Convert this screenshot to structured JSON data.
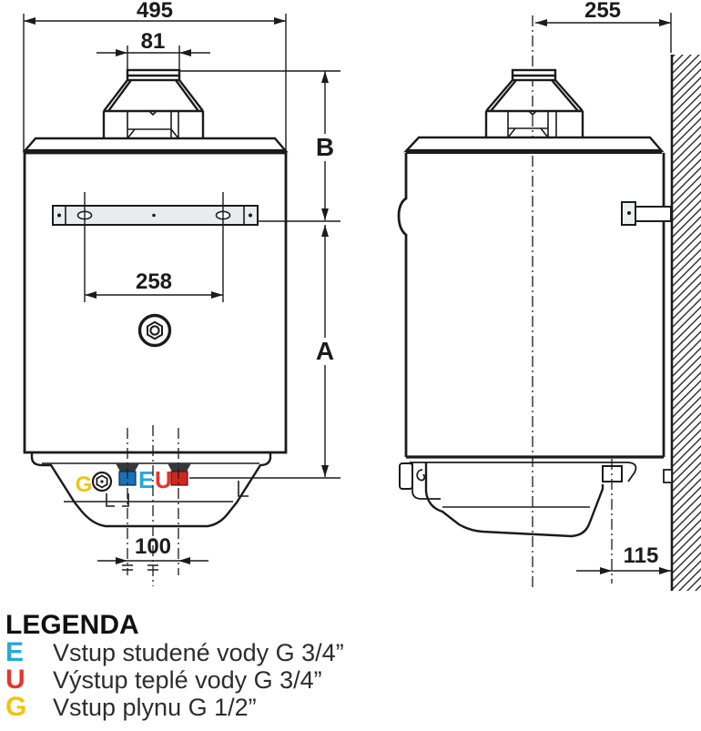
{
  "diagram": {
    "front_view": {
      "dims": {
        "width": "495",
        "flue": "81",
        "bracket_holes": "258",
        "connections": "100",
        "total_height": "A",
        "top_height": "B"
      },
      "connections": {
        "gas": "G",
        "cold": "E",
        "hot": "U"
      }
    },
    "side_view": {
      "dims": {
        "axis_to_wall": "255",
        "pipe_to_wall": "115"
      }
    }
  },
  "legend": {
    "title": "LEGENDA",
    "items": [
      {
        "letter": "E",
        "color": "#29A7E0",
        "text": "Vstup studené vody G 3/4”"
      },
      {
        "letter": "U",
        "color": "#E8342B",
        "text": "Výstup teplé vody G 3/4”"
      },
      {
        "letter": "G",
        "color": "#EFC412",
        "text": "Vstup plynu G 1/2”"
      }
    ]
  },
  "colors": {
    "letter_blue": "#29A7E0",
    "letter_red": "#E8342B",
    "letter_yellow": "#EFC412",
    "connector_blue": "#1A70B8",
    "connector_red": "#D2251F",
    "line": "#1b1b1b"
  }
}
